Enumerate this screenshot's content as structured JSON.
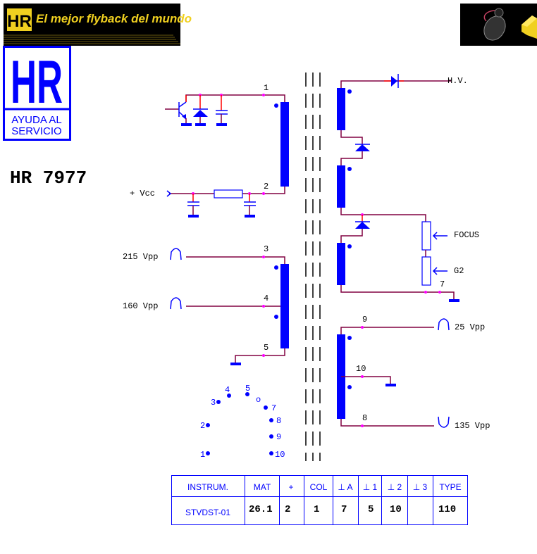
{
  "banner": {
    "logo": "HR",
    "slogan": "El mejor flyback del mundo"
  },
  "service_logo": {
    "letters": "HR",
    "line1": "AYUDA AL",
    "line2": "SERVICIO"
  },
  "model": "HR 7977",
  "schematic": {
    "vcc_label": "+ Vcc",
    "hv_label": "H.V.",
    "focus_label": "FOCUS",
    "g2_label": "G2",
    "inputs": [
      {
        "pin": "3",
        "label": "215 Vpp"
      },
      {
        "pin": "4",
        "label": "160 Vpp"
      }
    ],
    "outputs": [
      {
        "pin": "9",
        "label": "25 Vpp"
      },
      {
        "pin": "8",
        "label": "135 Vpp"
      }
    ],
    "pins": {
      "p1": "1",
      "p2": "2",
      "p5": "5",
      "p7": "7",
      "p10": "10"
    }
  },
  "pin_layout": [
    "1",
    "2",
    "3",
    "4",
    "5",
    "o",
    "7",
    "8",
    "9",
    "10"
  ],
  "table": {
    "headers": [
      "INSTRUM.",
      "MAT",
      "+",
      "COL",
      "⊥ A",
      "⊥ 1",
      "⊥ 2",
      "⊥ 3",
      "TYPE"
    ],
    "values": [
      "STVDST-01",
      "26.1",
      "2",
      "1",
      "7",
      "5",
      "10",
      "",
      "110"
    ]
  },
  "colors": {
    "wire": "#800040",
    "component": "#0000ff",
    "junction": "#ff00ff",
    "banner_text": "#f0d020"
  }
}
